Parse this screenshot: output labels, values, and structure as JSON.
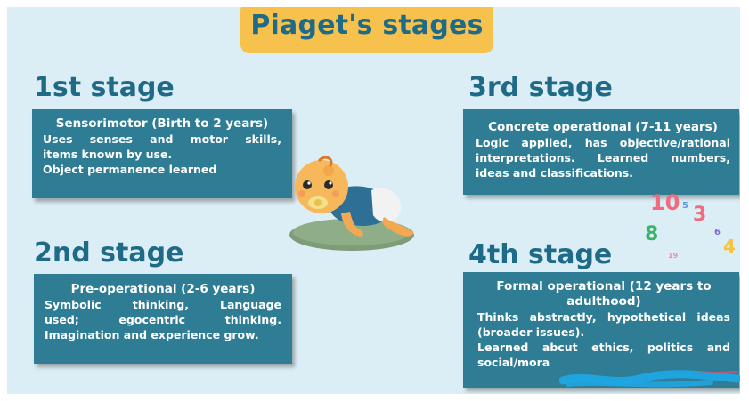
{
  "title": "Piaget's stages",
  "stages": [
    {
      "heading": "1st stage",
      "card_title": "Sensorimotor (Birth to 2 years)",
      "lines": [
        "Uses senses and motor skills,",
        "items known by use.",
        "Object permanence learned"
      ]
    },
    {
      "heading": "2nd stage",
      "card_title": "Pre-operational (2-6 years)",
      "lines": [
        "Symbolic thinking, Language",
        "used; egocentric thinking.",
        "Imagination and experience grow."
      ]
    },
    {
      "heading": "3rd stage",
      "card_title": "Concrete operational (7-11 years)",
      "lines": [
        "Logic applied, has objective/rational",
        "interpretations. Learned numbers,",
        "ideas and classifications."
      ]
    },
    {
      "heading": "4th stage",
      "card_title_lines": [
        "Formal operational (12 years to",
        "adulthood)"
      ],
      "lines": [
        "Thinks abstractly, hypothetical ideas",
        "(broader issues).",
        "Learned abcut ethics, politics and",
        "social/mora"
      ]
    }
  ],
  "numbers_art": [
    "10",
    "3",
    "8",
    "4",
    "5",
    "6",
    "19"
  ],
  "colors": {
    "background": "#dbeef6",
    "card": "#2f7d95",
    "heading": "#1f6a86",
    "title_pill": "#f6c24d",
    "scribble": "#1ea7e3"
  }
}
